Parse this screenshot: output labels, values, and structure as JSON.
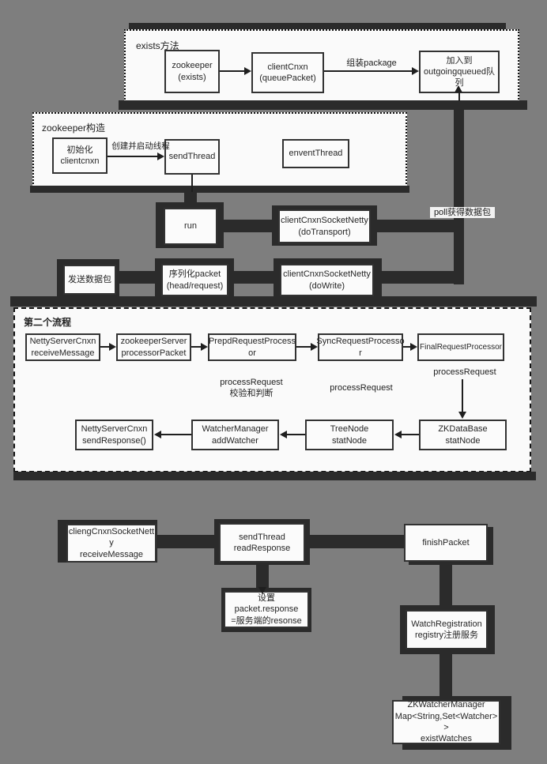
{
  "colors": {
    "background": "#7e7e7e",
    "box_background": "#fbfbfb",
    "box_border": "#323232",
    "connector_bar": "#2b2b2b",
    "text": "#262626"
  },
  "sections": {
    "exists": {
      "title": "exists方法"
    },
    "constructor": {
      "title": "zookeeper构造"
    },
    "second_flow": {
      "title": "第二个流程"
    }
  },
  "nodes": {
    "zookeeper_exists": {
      "text": "zookeeper\n(exists)"
    },
    "client_cnxn_queue_packet": {
      "text": "clientCnxn\n(queuePacket)"
    },
    "outgoing_queue": {
      "text": "加入到\noutgoingqueued队\n列"
    },
    "init_clientcnxn": {
      "text": "初始化\nclientcnxn"
    },
    "send_thread": {
      "text": "sendThread"
    },
    "envent_thread": {
      "text": "enventThread"
    },
    "run": {
      "text": "run"
    },
    "do_transport": {
      "text": "clientCnxnSocketNetty\n(doTransport)"
    },
    "send_packet": {
      "text": "发送数据包"
    },
    "serialize_packet": {
      "text": "序列化packet\n(head/request)"
    },
    "do_write": {
      "text": "clientCnxnSocketNetty\n(doWrite)"
    },
    "netty_receive_message": {
      "text": "NettyServerCnxn\nreceiveMessage"
    },
    "zookeeper_server_processor": {
      "text": "zookeeperServer\nprocessorPacket"
    },
    "prepd_request_processor": {
      "text": "PrepdRequestProcess\nor"
    },
    "sync_request_processor": {
      "text": "SyncRequestProcesso\nr"
    },
    "final_request_processor": {
      "text": "FinalRequestProcessor"
    },
    "netty_send_response": {
      "text": "NettyServerCnxn\nsendResponse()"
    },
    "watcher_manager": {
      "text": "WatcherManager\naddWatcher"
    },
    "tree_node": {
      "text": "TreeNode\nstatNode"
    },
    "zk_database": {
      "text": "ZKDataBase\nstatNode"
    },
    "client_receive_message": {
      "text": "cliengCnxnSocketNett\ny\nreceiveMessage"
    },
    "send_thread_read_response": {
      "text": "sendThread\nreadResponse"
    },
    "finish_packet": {
      "text": "finishPacket"
    },
    "set_packet_response": {
      "text": "设置packet.response\n=服务端的resonse"
    },
    "watch_registration": {
      "text": "WatchRegistration\nregistry注册服务"
    },
    "zk_watcher_manager": {
      "text": "ZKWatcherManager\nMap<String,Set<Watcher>\n>\nexistWatches"
    }
  },
  "edge_labels": {
    "assemble_package": "组装package",
    "create_and_start_thread": "创建并启动线程",
    "poll_get_packet": "poll获得数据包",
    "process_request_check": "processRequest\n校验和判断",
    "process_request_2": "processRequest",
    "process_request_3": "processRequest"
  }
}
